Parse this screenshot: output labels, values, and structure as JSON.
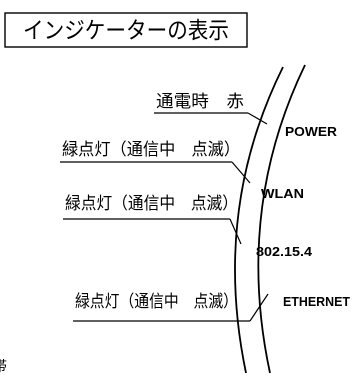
{
  "title": "インジケーターの表示",
  "callouts": [
    {
      "text": "通電時　赤"
    },
    {
      "text": "緑点灯（通信中　点滅）"
    },
    {
      "text": "緑点灯（通信中　点滅）"
    },
    {
      "text": "緑点灯（通信中　点滅）"
    }
  ],
  "indicators": [
    {
      "label": "POWER"
    },
    {
      "label": "WLAN"
    },
    {
      "label": "802.15.4"
    },
    {
      "label": "ETHERNET"
    }
  ],
  "margin_fragment": "帯"
}
